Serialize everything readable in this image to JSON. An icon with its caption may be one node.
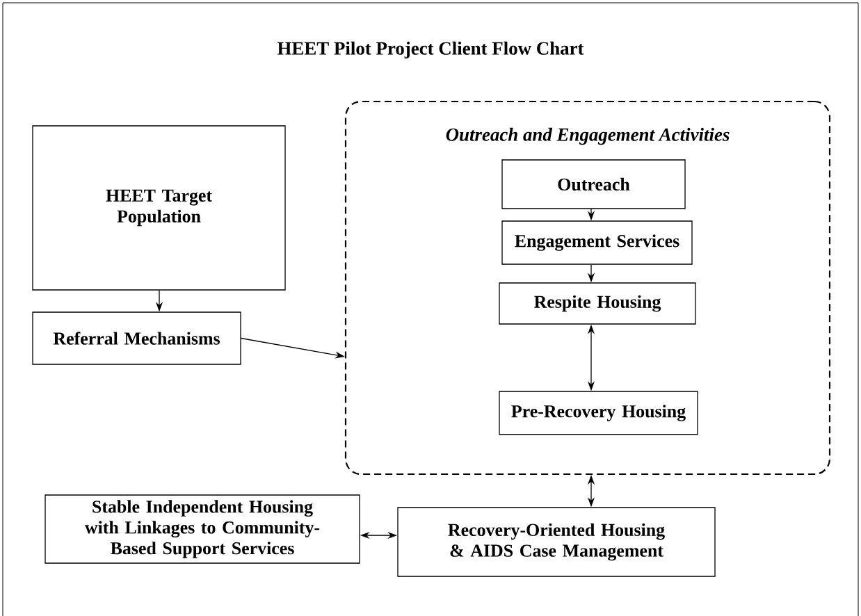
{
  "diagram": {
    "title": "HEET Pilot Project Client Flow Chart",
    "nodes": [
      {
        "text": [
          "Outreach and Engagement Activities"
        ]
      },
      {
        "text": [
          "HEET Target Population"
        ]
      },
      {
        "text": [
          "Referral Mechanisms"
        ]
      },
      {
        "text": [
          "Outreach"
        ],
        "in": 0
      },
      {
        "text": [
          "Engagement Services"
        ],
        "in": 0
      },
      {
        "text": [
          "Respite Housing"
        ],
        "in": 0
      },
      {
        "text": [
          "Pre-Recovery Housing"
        ],
        "in": 0
      },
      {
        "text": [
          "Stable Independent Housing with Linkages to Community-Based Support Services"
        ]
      },
      {
        "text": [
          "Recovery-Oriented Housing & AIDS Case Management"
        ]
      }
    ],
    "edges": [
      {
        "from": 1,
        "to": 2,
        "arrow": "to"
      },
      {
        "from": 2,
        "to": 0,
        "arrow": "to"
      },
      {
        "from": 3,
        "to": 4,
        "arrow": "to"
      },
      {
        "from": 4,
        "to": 5,
        "arrow": "to"
      },
      {
        "from": 5,
        "to": 6,
        "arrow": "both"
      },
      {
        "from": 0,
        "to": 8,
        "arrow": "both"
      },
      {
        "from": 7,
        "to": 8,
        "arrow": "both"
      }
    ]
  }
}
